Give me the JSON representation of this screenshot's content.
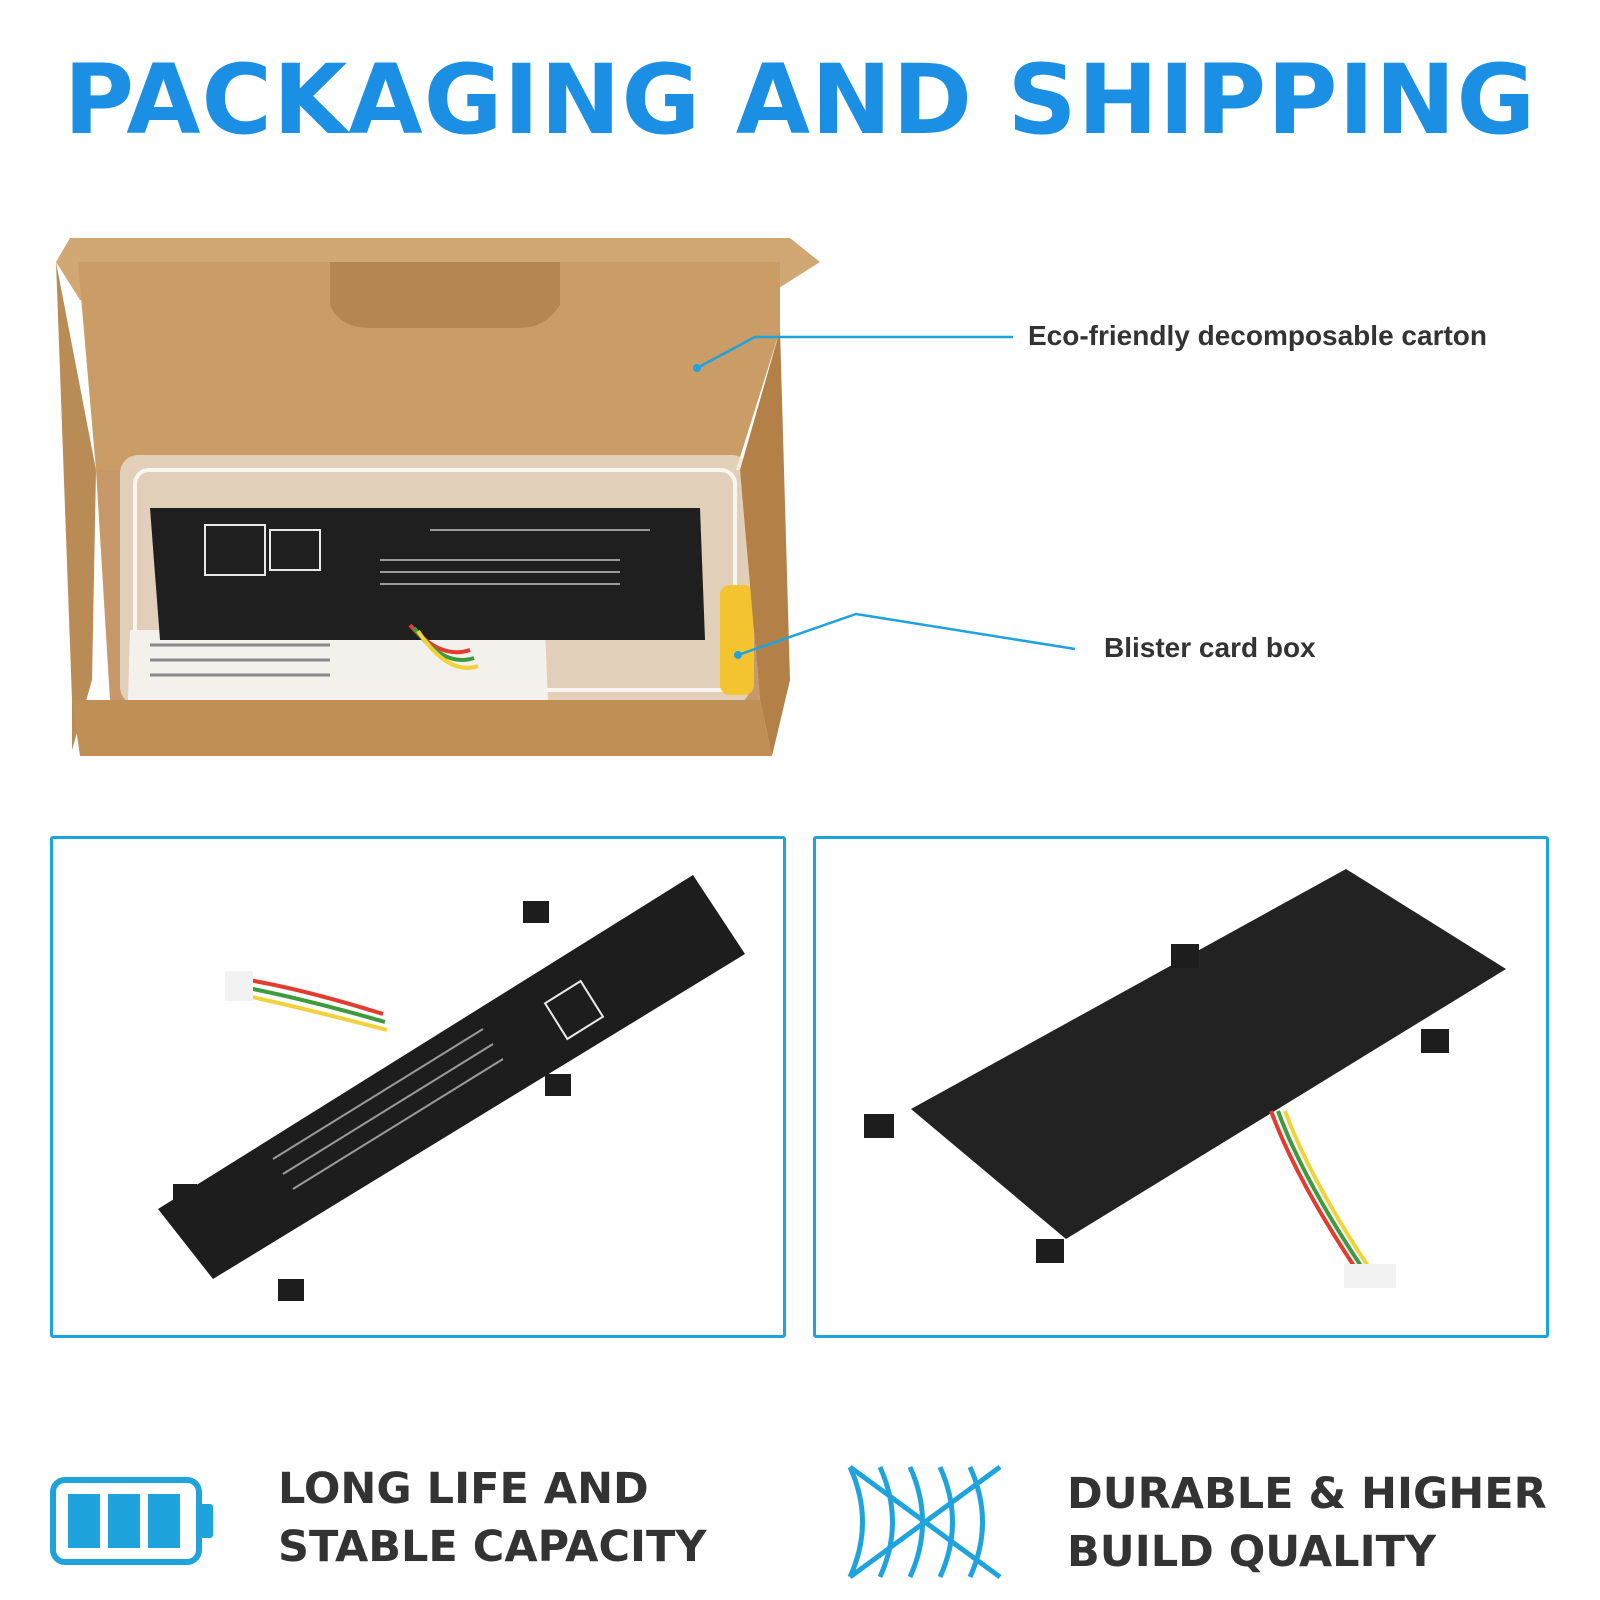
{
  "header": {
    "title": "PACKAGING AND SHIPPING"
  },
  "callouts": {
    "carton": "Eco-friendly decomposable carton",
    "blister": "Blister card box"
  },
  "features": [
    {
      "line1": "LONG LIFE AND",
      "line2": "STABLE CAPACITY"
    },
    {
      "line1": "DURABLE & HIGHER",
      "line2": "BUILD QUALITY"
    }
  ],
  "colors": {
    "accent": "#1ea3dd",
    "title": "#1a8fe3",
    "text": "#333333",
    "cardboard": "#c8a06a",
    "battery": "#1f1f1f"
  },
  "icons": {
    "feature_1": "battery-icon",
    "feature_2": "spring-coil-icon"
  }
}
